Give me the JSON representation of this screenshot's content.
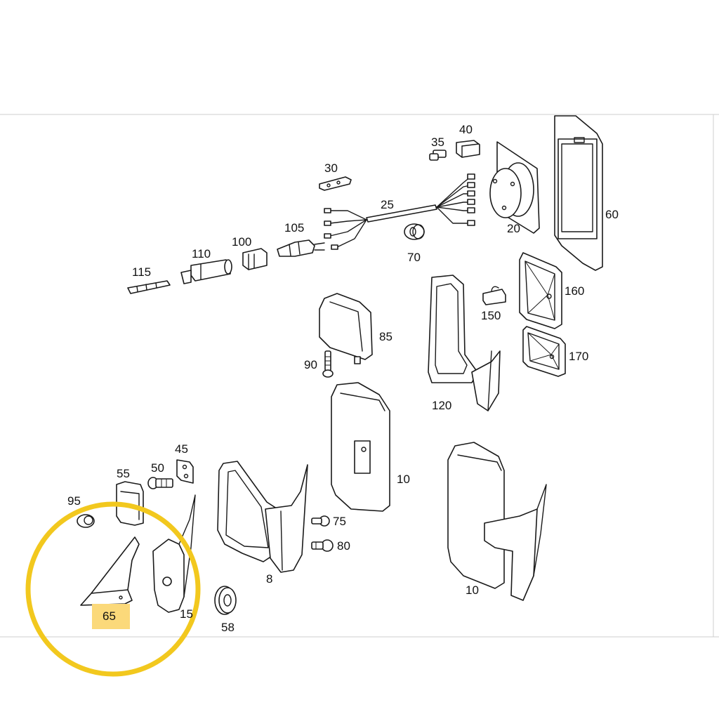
{
  "diagram": {
    "highlight_color": "#f2c81e",
    "highlight_label_bg": "#fbd97a",
    "labels": {
      "p8": "8",
      "p10a": "10",
      "p10b": "10",
      "p15": "15",
      "p20": "20",
      "p25": "25",
      "p30": "30",
      "p35": "35",
      "p40": "40",
      "p45": "45",
      "p50": "50",
      "p55": "55",
      "p58": "58",
      "p60": "60",
      "p65": "65",
      "p70": "70",
      "p75": "75",
      "p80": "80",
      "p85": "85",
      "p90": "90",
      "p95": "95",
      "p100": "100",
      "p105": "105",
      "p110": "110",
      "p115": "115",
      "p120": "120",
      "p150": "150",
      "p160": "160",
      "p170": "170"
    }
  }
}
